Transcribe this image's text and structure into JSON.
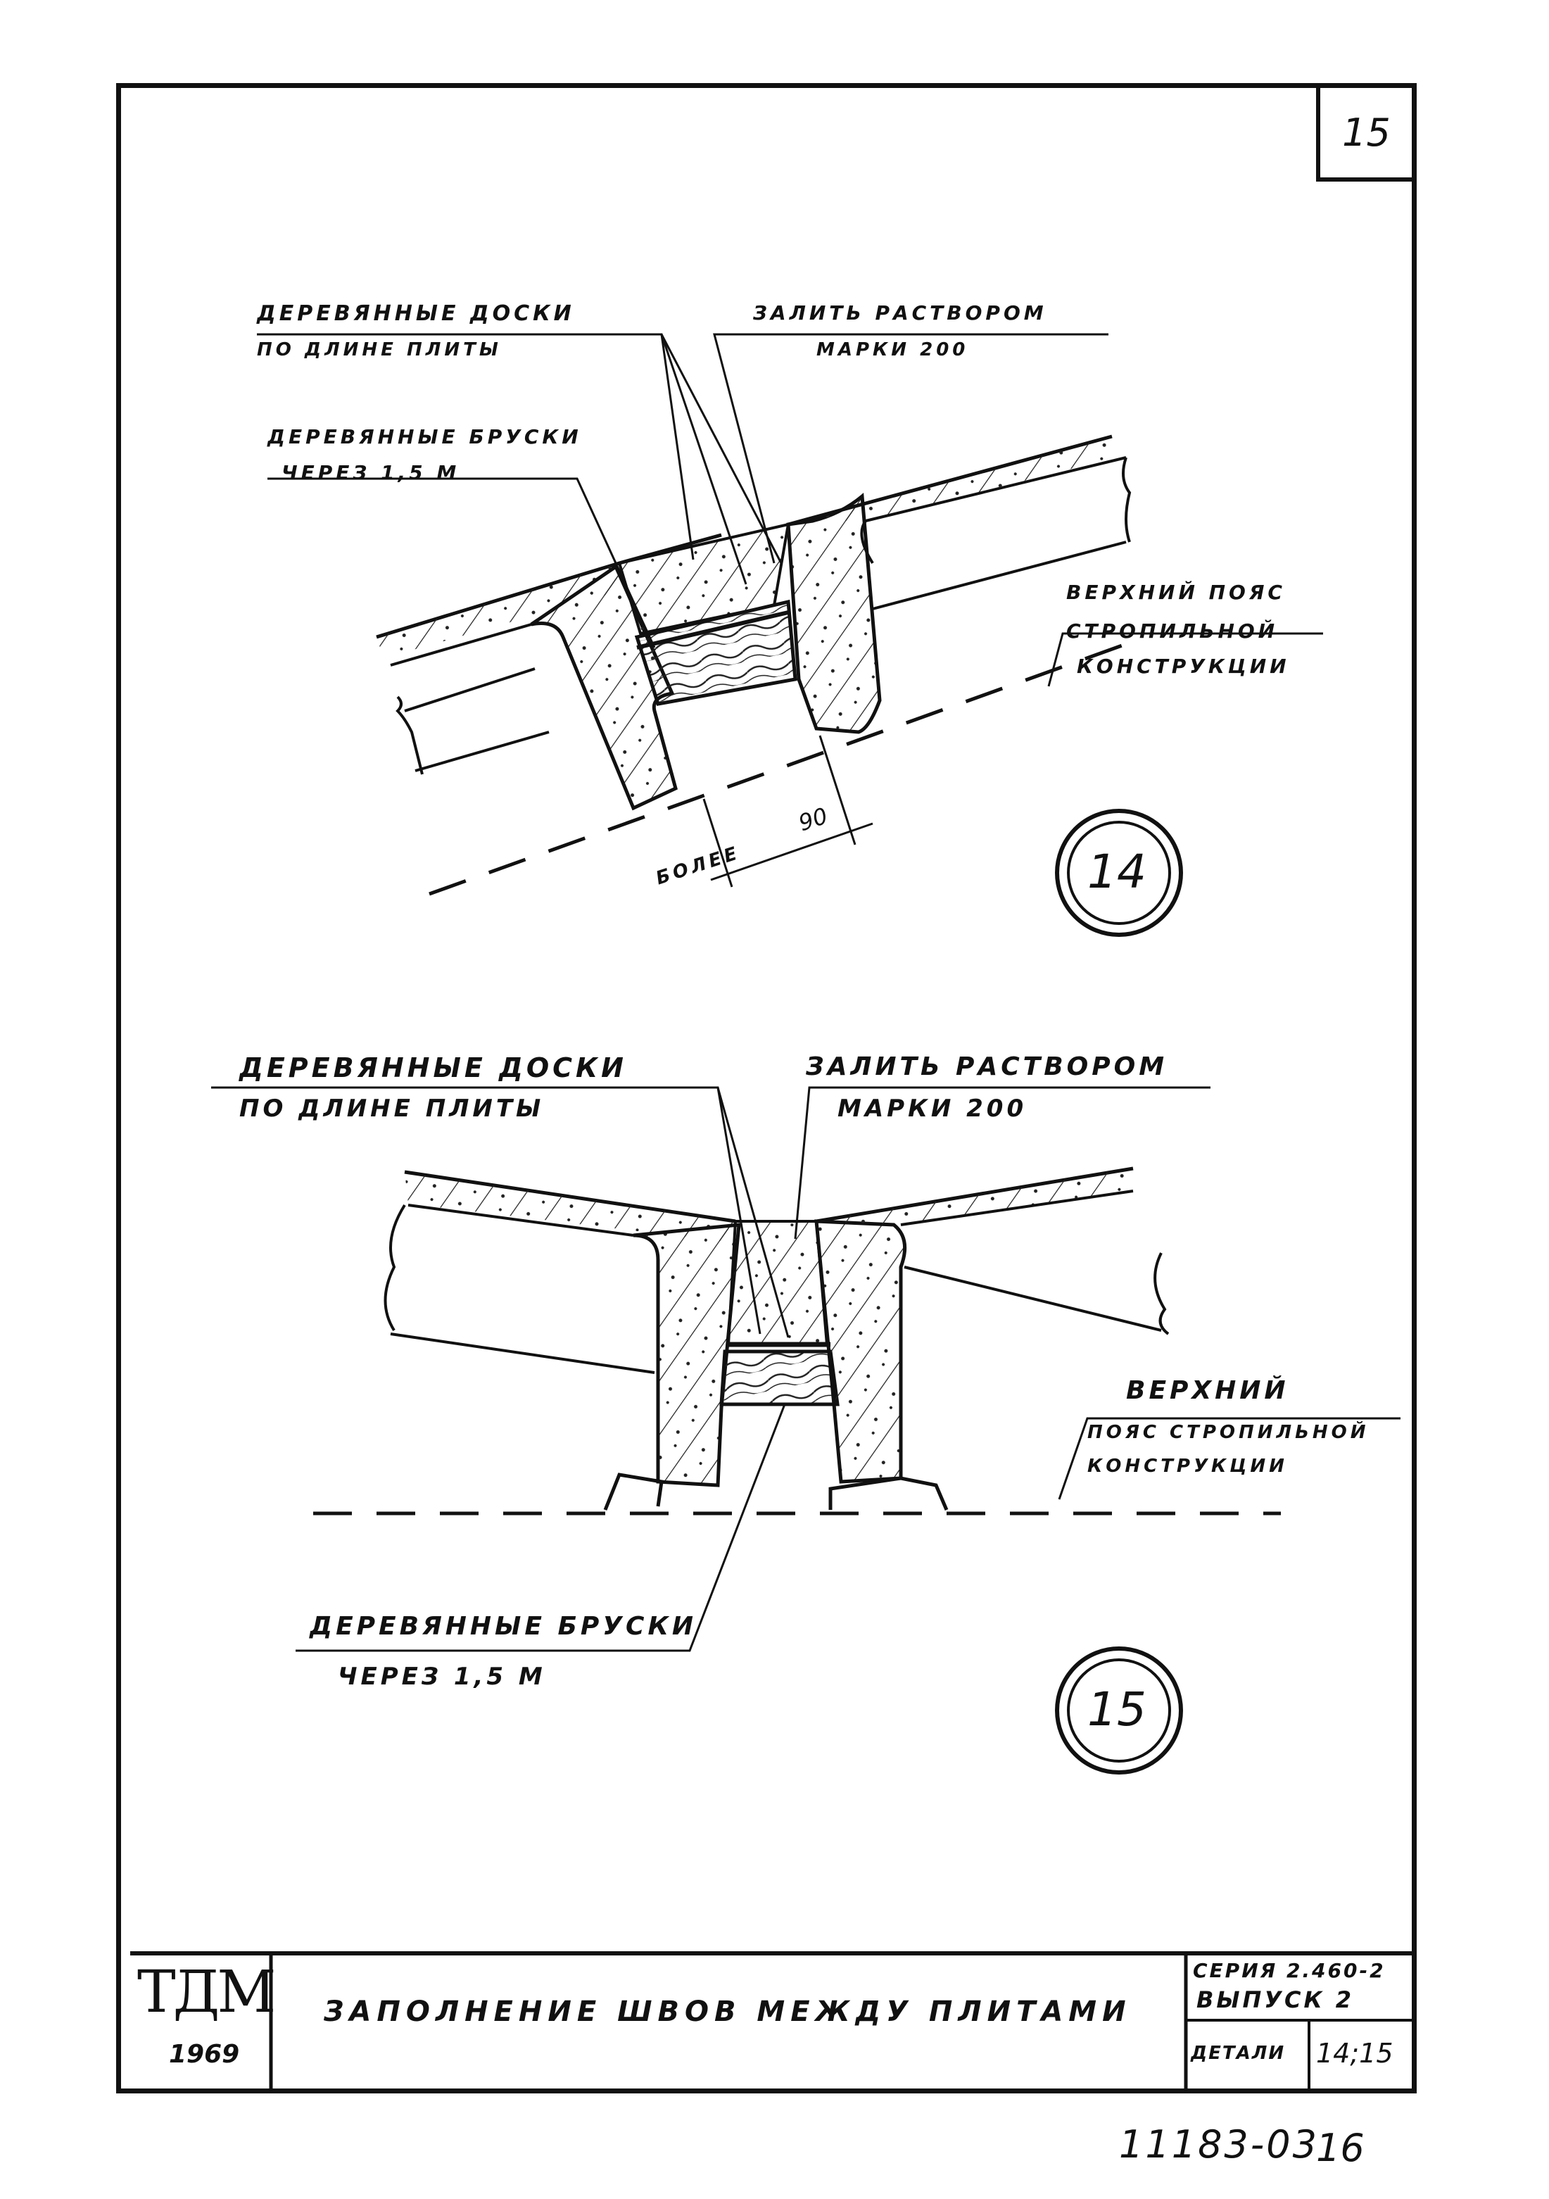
{
  "sheet_number": "15",
  "detail14": {
    "label_boards_line1": "Деревянные доски",
    "label_boards_line2": "по длине плиты",
    "label_mortar_line1": "Залить раствором",
    "label_mortar_line2": "марки 200",
    "label_bars_line1": "Деревянные бруски",
    "label_bars_line2": "через 1,5 м",
    "label_chord_line1": "Верхний пояс",
    "label_chord_line2": "стропильной",
    "label_chord_line3": "конструкции",
    "dimension_label": "более",
    "dimension_value": "90",
    "detail_number": "14"
  },
  "detail15": {
    "label_boards_line1": "Деревянные доски",
    "label_boards_line2": "по длине плиты",
    "label_mortar_line1": "Залить раствором",
    "label_mortar_line2": "марки 200",
    "label_chord_line1": "Верхний",
    "label_chord_line2": "пояс стропильной",
    "label_chord_line3": "конструкции",
    "label_bars_line1": "Деревянные бруски",
    "label_bars_line2": "через 1,5 м",
    "detail_number": "15"
  },
  "title_block": {
    "logo": "ТДМ",
    "year": "1969",
    "title": "Заполнение швов между плитами",
    "series_line1": "Серия 2.460-2",
    "series_line2": "выпуск 2",
    "detail_label": "Детали",
    "detail_value": "14;15"
  },
  "document_code": "11183-03",
  "page_number": "16"
}
